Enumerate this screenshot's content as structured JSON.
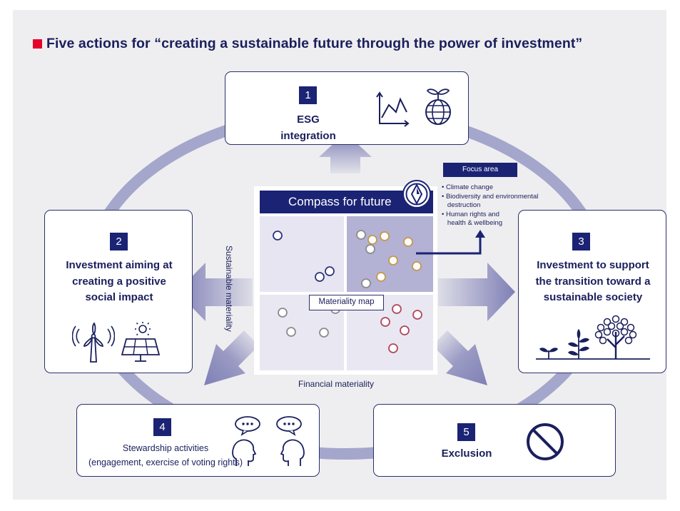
{
  "title": "Five actions for “creating a sustainable future through the power of investment”",
  "actions": [
    {
      "number": "1",
      "label": "ESG integration",
      "icons": [
        "line-chart-icon",
        "globe-sprout-icon"
      ]
    },
    {
      "number": "2",
      "label_lines": [
        "Investment aiming at",
        "creating a positive",
        "social impact"
      ],
      "icons": [
        "wind-turbine-icon",
        "solar-panel-icon"
      ]
    },
    {
      "number": "3",
      "label_lines": [
        "Investment to support",
        "the transition toward a",
        "sustainable society"
      ],
      "icons": [
        "growing-plants-icon"
      ]
    },
    {
      "number": "4",
      "label_lines": [
        "Stewardship activities",
        "(engagement, exercise of voting rights)"
      ],
      "icons": [
        "dialogue-heads-icon"
      ]
    },
    {
      "number": "5",
      "label": "Exclusion",
      "icons": [
        "prohibition-icon"
      ]
    }
  ],
  "center": {
    "title": "Compass for future",
    "map_label": "Materiality map",
    "y_axis_label": "Sustainable materiality",
    "x_axis_label": "Financial materiality",
    "icon": "compass-icon"
  },
  "focus": {
    "title": "Focus area",
    "items": [
      "• Climate change",
      "• Biodiversity and environmental",
      "   destruction",
      "• Human rights and",
      "   health & wellbeing"
    ]
  },
  "colors": {
    "navy": "#1b2374",
    "accent_red": "#e4002b",
    "ring": "#a5a6cc",
    "arrow": "#7f7fb6",
    "dot_navy": "#2a3480",
    "dot_gold": "#c59a4a",
    "dot_grey": "#8c8c8c",
    "dot_red": "#b0485b"
  }
}
